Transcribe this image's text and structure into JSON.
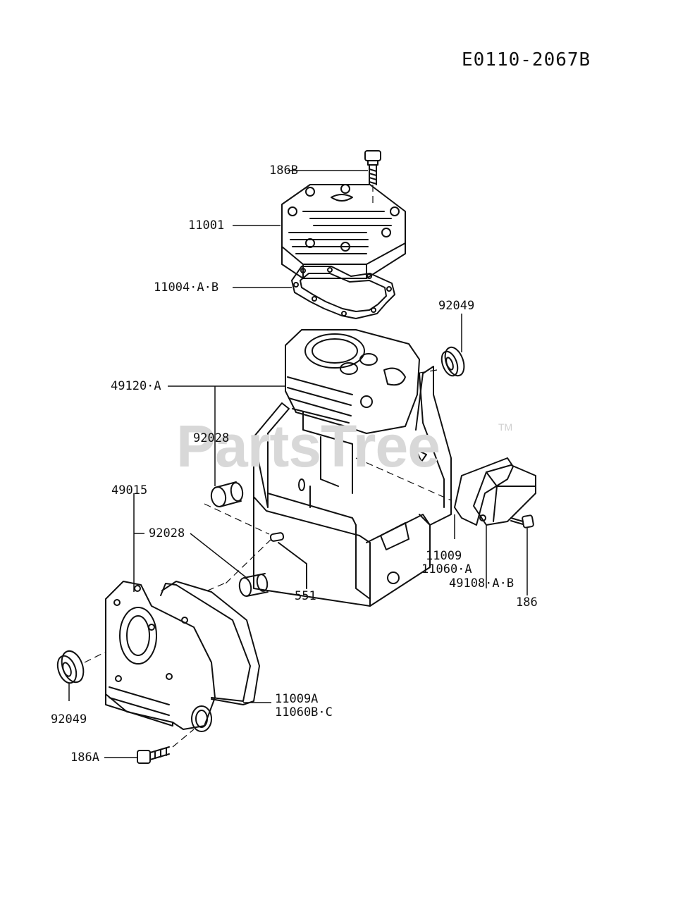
{
  "header": {
    "ref_code": "E0110-2067B"
  },
  "watermark": {
    "text": "PartsTree",
    "tm": "TM"
  },
  "callouts": {
    "p186B": "186B",
    "p11001": "11001",
    "p11004": "11004·A·B",
    "p92049_top": "92049",
    "p49120": "49120·A",
    "p92028_upper": "92028",
    "p49015": "49015",
    "p92028_lower": "92028",
    "p551": "551",
    "p11009": "11009",
    "p11060A": "11060·A",
    "p49108": "49108·A·B",
    "p186": "186",
    "p92049_bottom": "92049",
    "p11009A": "11009A",
    "p11060BC": "11060B·C",
    "p186A": "186A"
  }
}
